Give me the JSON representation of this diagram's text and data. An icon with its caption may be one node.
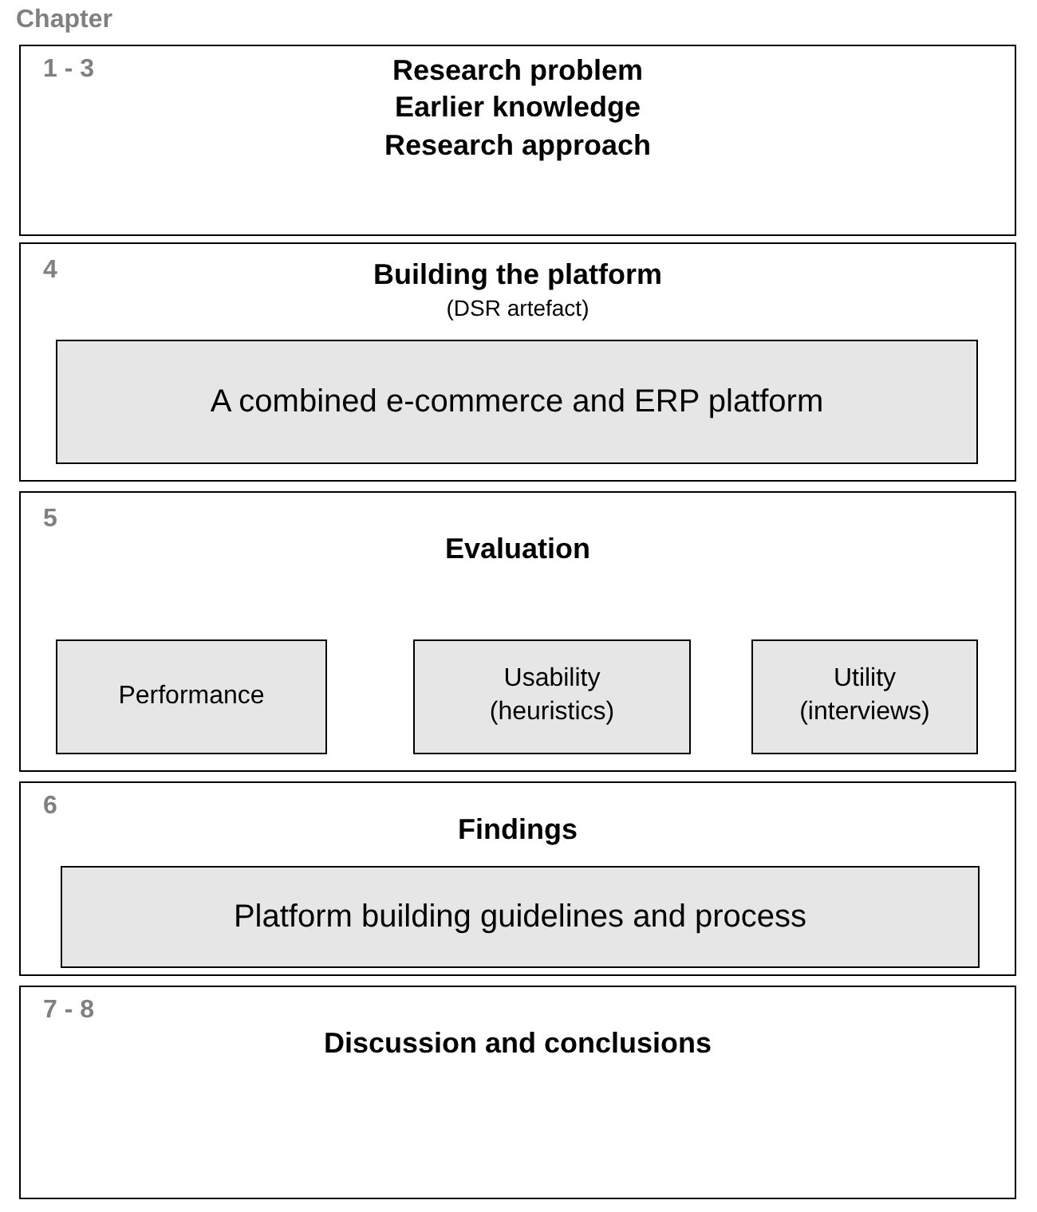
{
  "diagram": {
    "nodes": [
      {
        "text": [
          "1 - 3",
          "Research problem",
          "Earlier knowledge",
          "Research approach"
        ]
      },
      {
        "text": [
          "4",
          "Building the platform",
          "(DSR artefact)"
        ]
      },
      {
        "text": [
          "A combined e-commerce and ERP platform"
        ],
        "in": 1
      },
      {
        "text": [
          "5",
          "Evaluation"
        ]
      },
      {
        "text": [
          "Performance"
        ],
        "in": 3
      },
      {
        "text": [
          "Usability",
          "(heuristics)"
        ],
        "in": 3
      },
      {
        "text": [
          "Utility",
          "(interviews)"
        ],
        "in": 3
      },
      {
        "text": [
          "6",
          "Findings"
        ]
      },
      {
        "text": [
          "Platform building guidelines and process"
        ],
        "in": 7
      },
      {
        "text": [
          "7 - 8",
          "Discussion and conclusions"
        ]
      }
    ],
    "labels": [
      "Chapter"
    ]
  }
}
